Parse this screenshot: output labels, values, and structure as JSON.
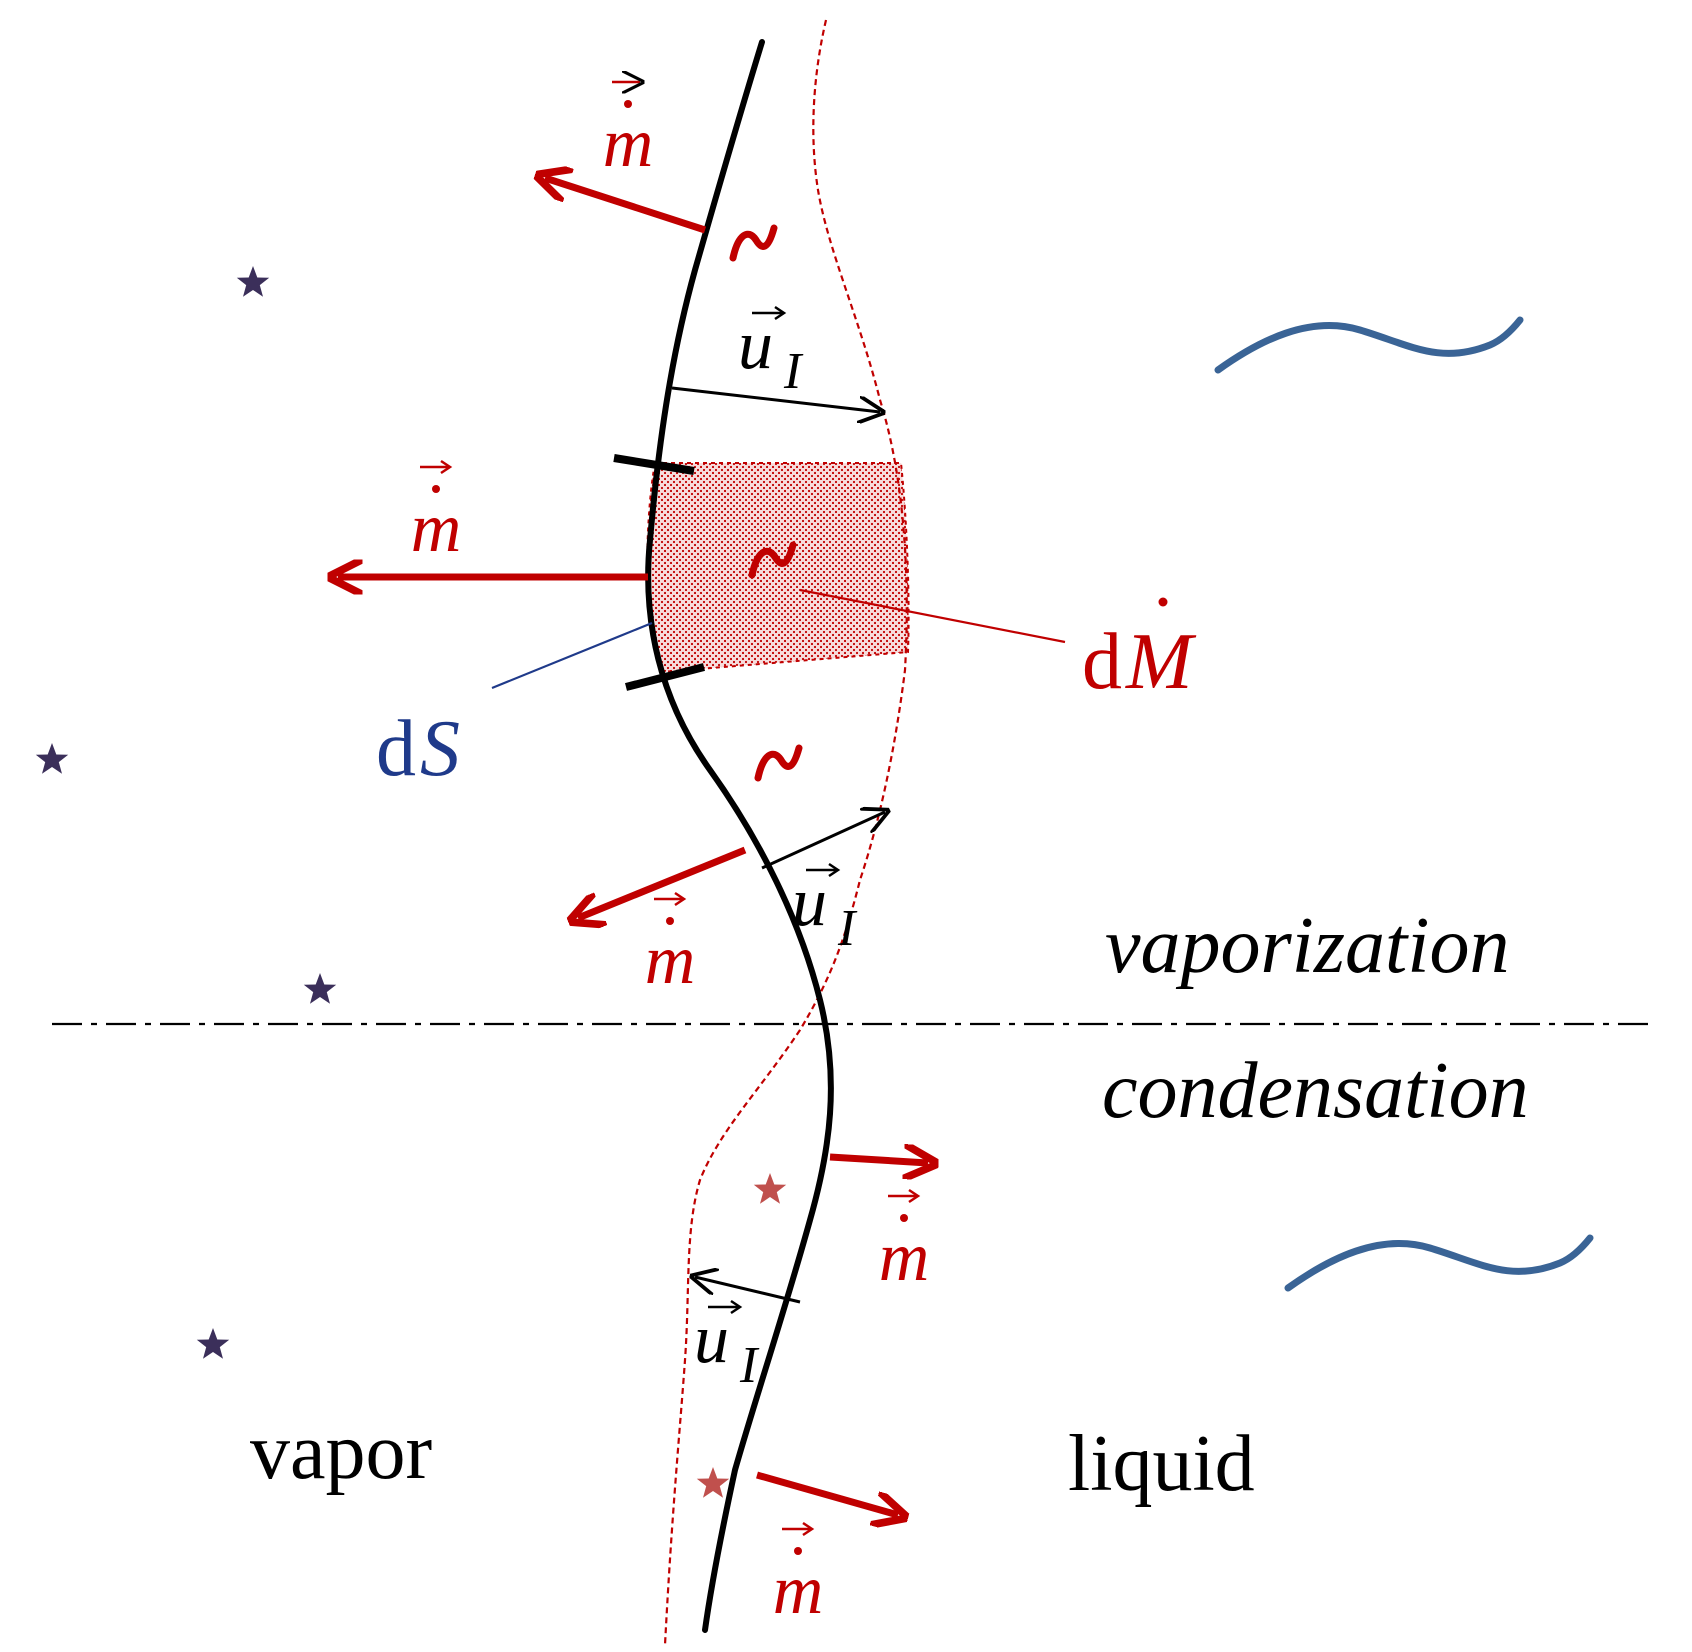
{
  "regions": {
    "vapor": "vapor",
    "liquid": "liquid",
    "vaporization": "vaporization",
    "condensation": "condensation"
  },
  "symbols": {
    "m_dot": "m",
    "u_I": "u",
    "u_I_subscript": "I",
    "dS_d": "d",
    "dS_S": "S",
    "dM_d": "d",
    "dM_M": "M"
  },
  "colors": {
    "interface": "#000000",
    "mass_flux": "#c00000",
    "dS_label": "#1f3a8a",
    "liquid_wave": "#3a6496",
    "vapor_star": "#3b2f5a",
    "liquid_star": "#c0504d"
  },
  "icons": {
    "vapor_molecule": "star-icon",
    "liquid_molecule": "star-icon",
    "liquid_wave": "wave-icon",
    "tilde_marker": "tilde-icon"
  }
}
